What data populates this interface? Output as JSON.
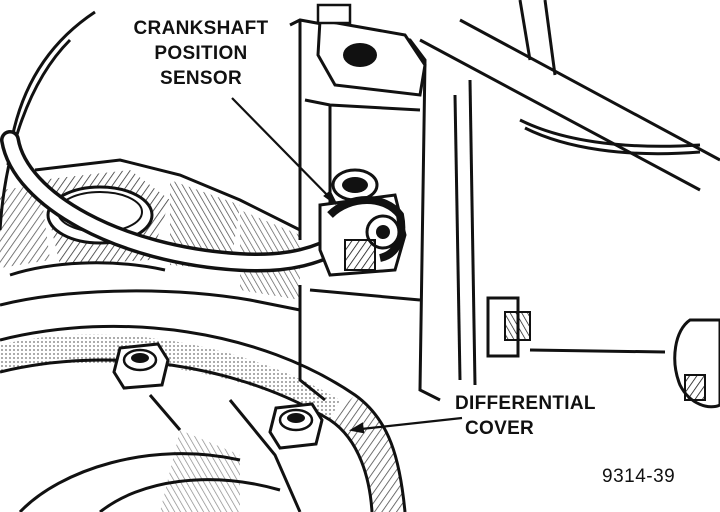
{
  "labels": {
    "crankshaft_sensor": [
      "CRANKSHAFT",
      "POSITION",
      "SENSOR"
    ],
    "differential_cover": [
      "DIFFERENTIAL",
      "COVER"
    ],
    "figure_number": "9314-39"
  },
  "colors": {
    "ink": "#111111",
    "paper": "#ffffff",
    "shade": "#2a2a2a"
  }
}
